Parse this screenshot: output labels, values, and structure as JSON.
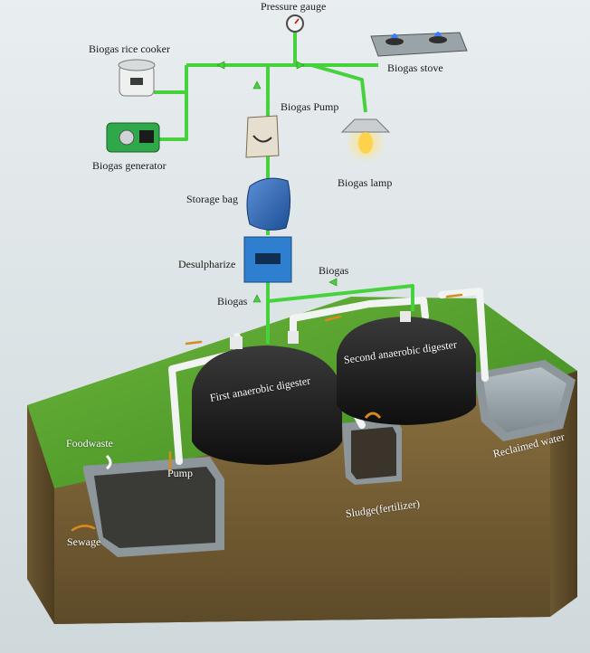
{
  "labels": {
    "pressure_gauge": "Pressure gauge",
    "rice_cooker": "Biogas rice cooker",
    "stove": "Biogas stove",
    "pump_top": "Biogas Pump",
    "generator": "Biogas generator",
    "lamp": "Biogas lamp",
    "storage_bag": "Storage bag",
    "desulpharize": "Desulpharize",
    "biogas_upper": "Biogas",
    "biogas_lower": "Biogas",
    "first_digester": "First anaerobic digester",
    "second_digester": "Second anaerobic digester",
    "reclaimed_water": "Reclaimed water",
    "foodwaste": "Foodwaste",
    "pump_bottom": "Pump",
    "sludge": "Sludge(fertilizer)",
    "sewage": "Sewage"
  },
  "colors": {
    "gas_pipe": "#46d23c",
    "grass": "#4e9a2a",
    "soil": "#7a6236",
    "tank": "#1c1c1c",
    "water_pipe": "#f2f4f4",
    "flow_arrow": "#d98a1a"
  }
}
